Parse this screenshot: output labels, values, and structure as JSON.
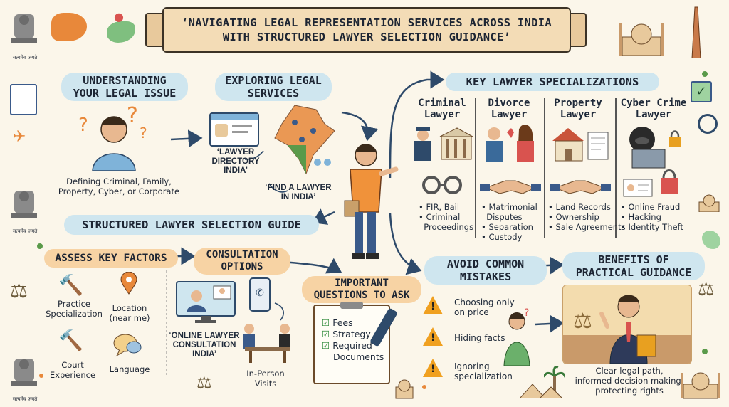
{
  "title_lines": [
    "‘NAVIGATING LEGAL REPRESENTATION SERVICES ACROSS INDIA",
    "WITH STRUCTURED LAWYER SELECTION GUIDANCE’"
  ],
  "emblem_caption": "सत्यमेव जयते",
  "understanding": {
    "heading_lines": [
      "UNDERSTANDING",
      "YOUR LEGAL ISSUE"
    ],
    "caption_lines": [
      "Defining Criminal, Family,",
      "Property, Cyber, or Corporate"
    ]
  },
  "exploring": {
    "heading_lines": [
      "EXPLORING LEGAL",
      "SERVICES"
    ],
    "directory_label_lines": [
      "‘LAWYER",
      "DIRECTORY",
      "INDIA’"
    ],
    "find_label_lines": [
      "‘FIND A LAWYER",
      "IN INDIA’"
    ]
  },
  "specializations": {
    "heading": "KEY LAWYER SPECIALIZATIONS",
    "columns": [
      {
        "title_lines": [
          "Criminal",
          "Lawyer"
        ],
        "items": [
          "• FIR, Bail",
          "• Criminal",
          "  Proceedings"
        ]
      },
      {
        "title_lines": [
          "Divorce",
          "Lawyer"
        ],
        "items": [
          "• Matrimonial",
          "  Disputes",
          "• Separation",
          "• Custody"
        ]
      },
      {
        "title_lines": [
          "Property",
          "Lawyer"
        ],
        "items": [
          "• Land Records",
          "• Ownership",
          "• Sale Agreements"
        ]
      },
      {
        "title_lines": [
          "Cyber Crime",
          "Lawyer"
        ],
        "items": [
          "• Online Fraud",
          "• Hacking",
          "• Identity Theft"
        ]
      }
    ]
  },
  "guide": {
    "heading": "STRUCTURED LAWYER SELECTION GUIDE"
  },
  "assess": {
    "heading": "ASSESS KEY FACTORS",
    "factors": [
      {
        "label_lines": [
          "Practice",
          "Specialization"
        ],
        "icon": "gavel-icon"
      },
      {
        "label_lines": [
          "Location",
          "(near me)"
        ],
        "icon": "location-pin-icon"
      },
      {
        "label_lines": [
          "Court",
          "Experience"
        ],
        "icon": "gavel-icon"
      },
      {
        "label_lines": [
          "Language"
        ],
        "icon": "speech-bubble-icon"
      }
    ]
  },
  "consultation": {
    "heading_lines": [
      "CONSULTATION",
      "OPTIONS"
    ],
    "online_label_lines": [
      "‘ONLINE LAWYER",
      "CONSULTATION",
      "INDIA’"
    ],
    "inperson_label_lines": [
      "In-Person",
      "Visits"
    ]
  },
  "questions": {
    "heading_lines": [
      "IMPORTANT",
      "QUESTIONS TO ASK"
    ],
    "checklist": [
      "Fees",
      "Strategy",
      "Required",
      "Documents"
    ]
  },
  "mistakes": {
    "heading_lines": [
      "AVOID COMMON",
      "MISTAKES"
    ],
    "items": [
      {
        "lines": [
          "Choosing only",
          "on price"
        ]
      },
      {
        "lines": [
          "Hiding facts"
        ]
      },
      {
        "lines": [
          "Ignoring",
          "specialization"
        ]
      }
    ]
  },
  "benefits": {
    "heading_lines": [
      "BENEFITS OF",
      "PRACTICAL GUIDANCE"
    ],
    "caption_lines": [
      "Clear legal path,",
      "informed decision making,",
      "protecting rights"
    ]
  },
  "colors": {
    "pill_blue": "#cfe6ef",
    "pill_orange": "#f7d3a4",
    "banner": "#f3dcb6",
    "warning": "#f0a020",
    "accent_orange": "#e8883a",
    "accent_green": "#5a9a4a"
  }
}
